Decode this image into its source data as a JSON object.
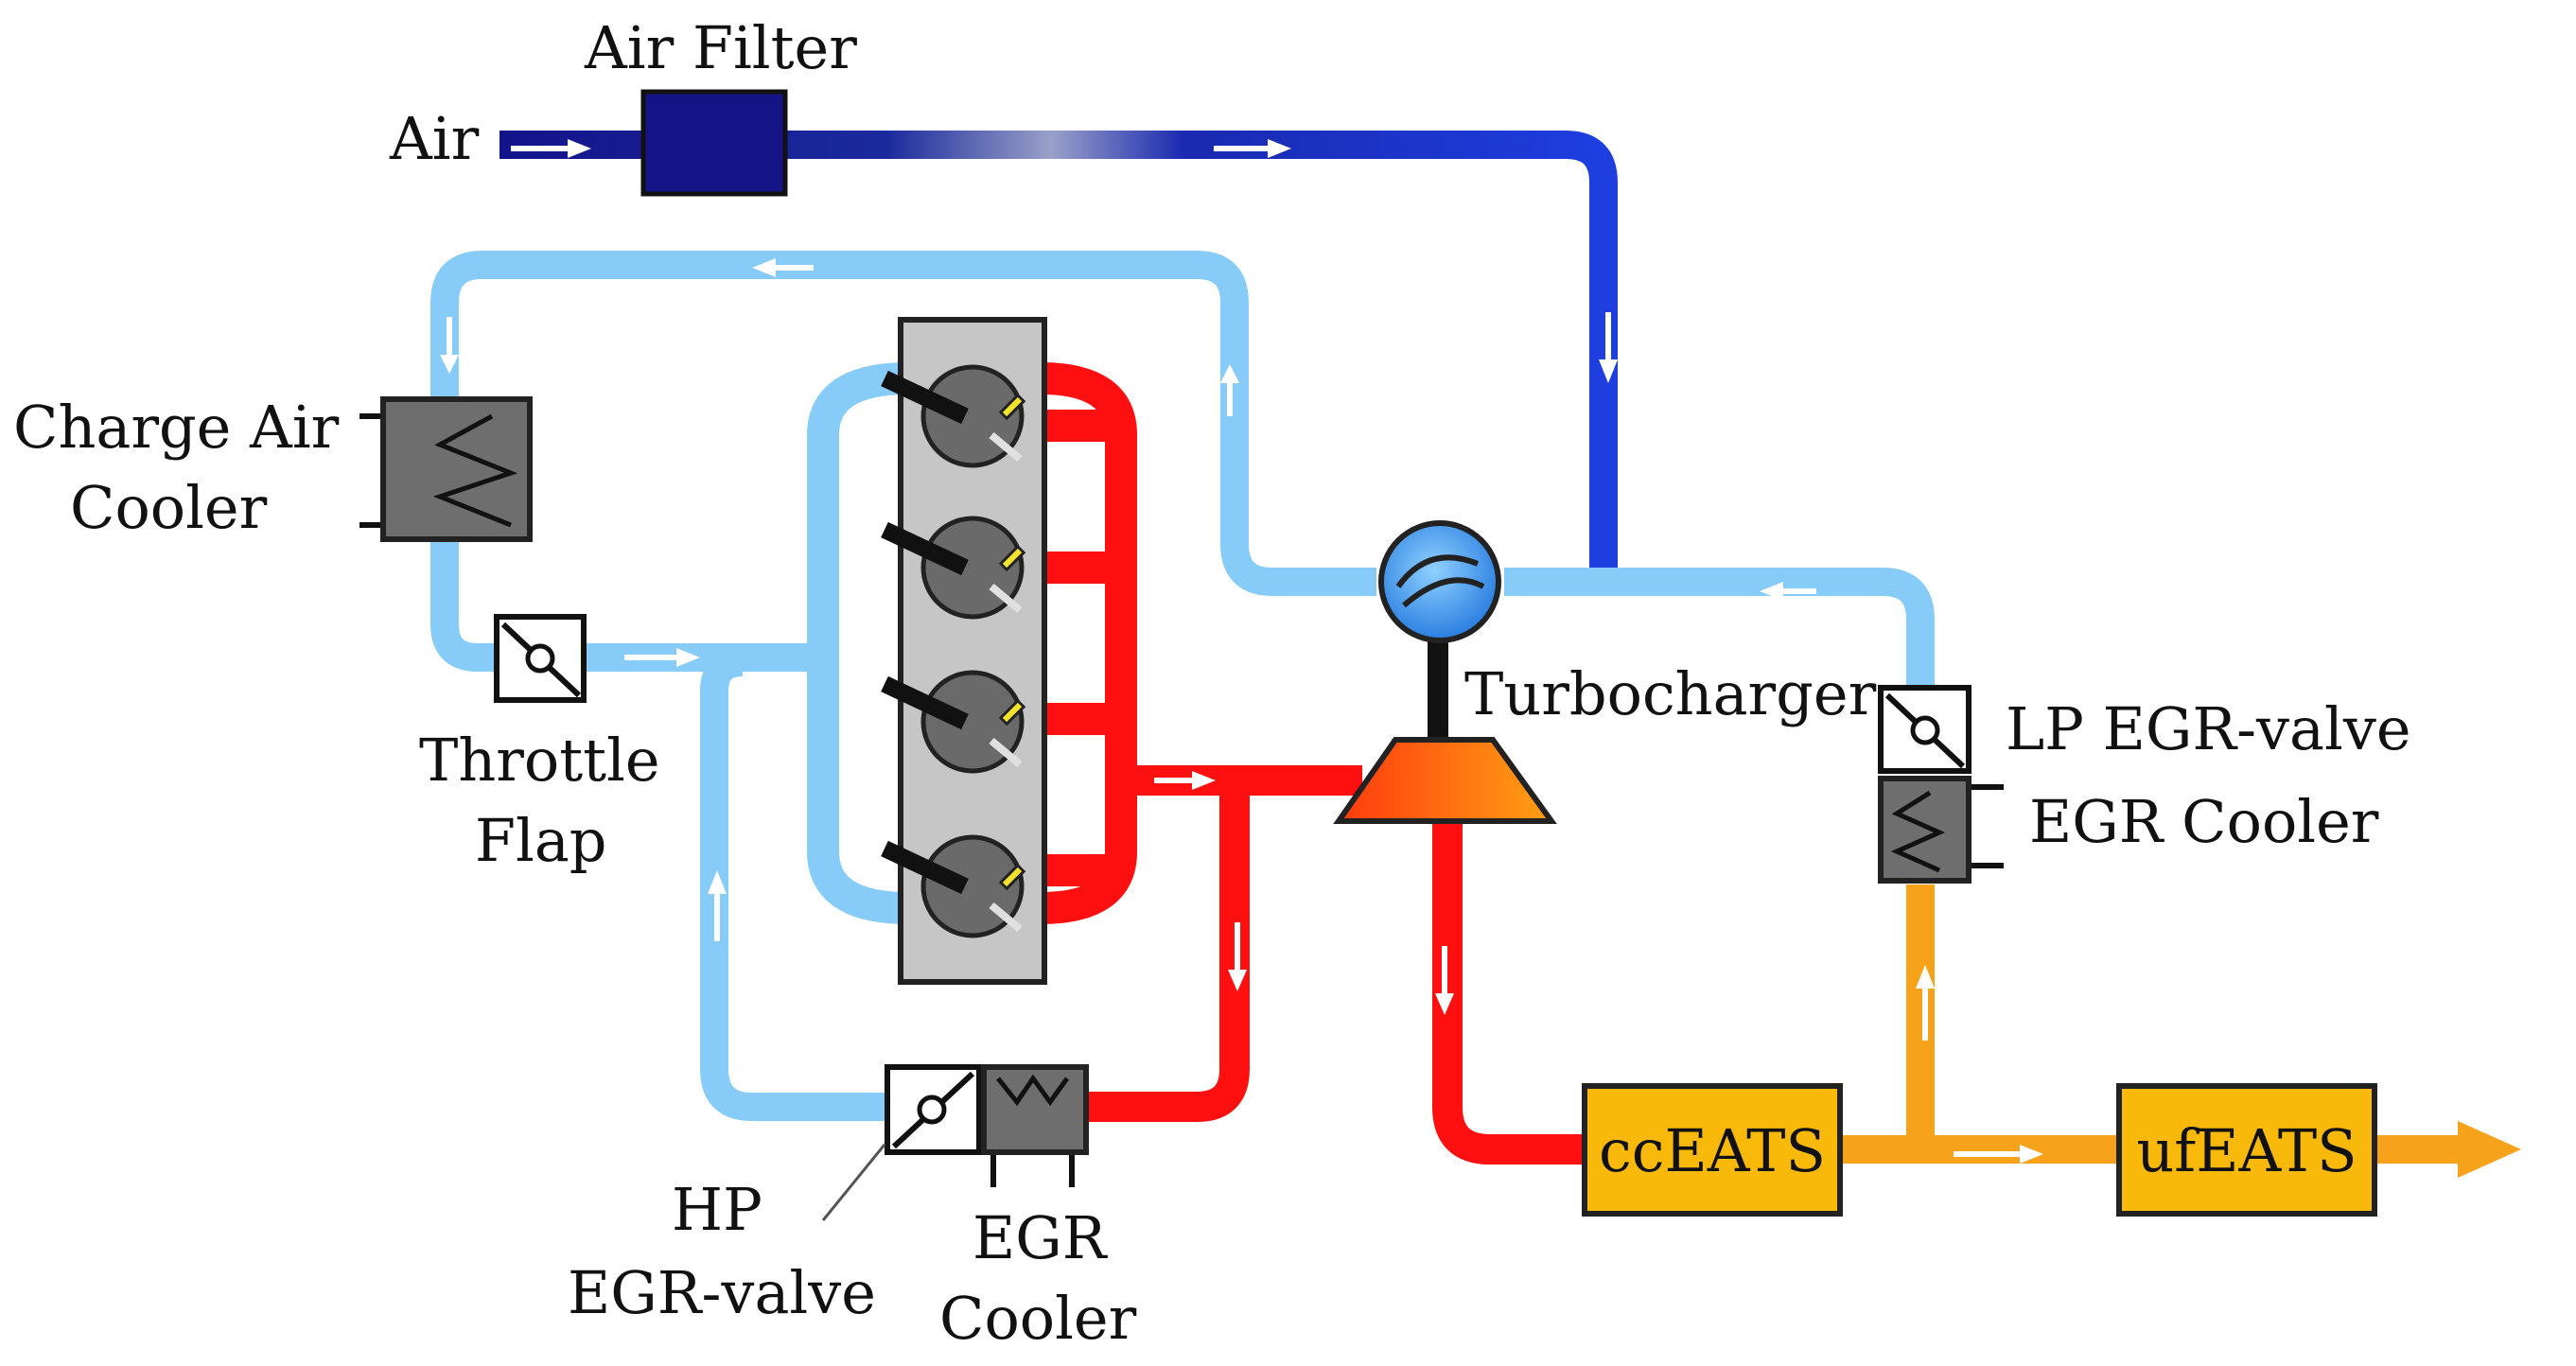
{
  "labels": {
    "air": "Air",
    "air_filter": "Air Filter",
    "charge_air_cooler_1": "Charge Air",
    "charge_air_cooler_2": "Cooler",
    "throttle_flap_1": "Throttle",
    "throttle_flap_2": "Flap",
    "turbocharger": "Turbocharger",
    "lp_egr_valve": "LP EGR-valve",
    "lp_egr_cooler": "EGR Cooler",
    "hp_egr_valve_1": "HP",
    "hp_egr_valve_2": "EGR-valve",
    "hp_egr_cooler_1": "EGR",
    "hp_egr_cooler_2": "Cooler",
    "cceats": "ccEATS",
    "ufeats": "ufEATS"
  },
  "colors": {
    "fresh_air": "#1a1a8c",
    "charge_air": "#87cbf8",
    "exhaust_hot": "#ff1010",
    "exhaust_treated": "#f7a21b",
    "eats_box": "#f8b90a",
    "component_gray": "#6e6e6e",
    "engine_block": "#c6c6c6"
  }
}
